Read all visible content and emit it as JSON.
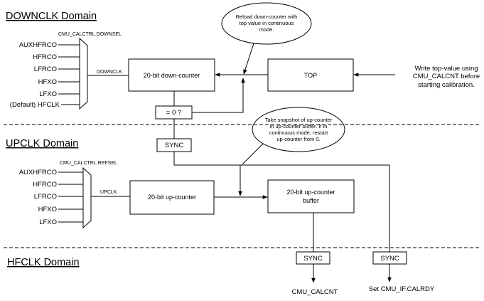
{
  "domains": {
    "downclk": "DOWNCLK Domain",
    "upclk": "UPCLK Domain",
    "hfclk": "HFCLK Domain"
  },
  "downclk": {
    "mux_label": "CMU_CALCTRL.DOWNSEL",
    "inputs": [
      "AUXHFRCO",
      "HFRCO",
      "LFRCO",
      "HFXO",
      "LFXO",
      "(Default) HFCLK"
    ],
    "signal": "DOWNCLK",
    "counter": "20-bit down-counter",
    "top": "TOP",
    "zero_check": "= 0 ?",
    "bubble": [
      "Reload down-counter with",
      "top value in continuous",
      "mode."
    ],
    "write_note": [
      "Write top-value using",
      "CMU_CALCNT before",
      "starting calibration."
    ],
    "sync": "SYNC"
  },
  "upclk": {
    "mux_label": "CMU_CALCTRL.REFSEL",
    "inputs": [
      "AUXHFRCO",
      "HFRCO",
      "LFRCO",
      "HFXO",
      "LFXO"
    ],
    "signal": "UPCLK",
    "counter": "20-bit up-counter",
    "buffer": [
      "20-bit up-counter",
      "buffer"
    ],
    "bubble": [
      "Take snapshot of up-counter",
      "in up-counter buffer. If in",
      "continuous mode, restart",
      "up-counter from 0."
    ]
  },
  "hfclk": {
    "sync_left": "SYNC",
    "sync_right": "SYNC",
    "out_left": "CMU_CALCNT",
    "out_right": "Set CMU_IF.CALRDY"
  }
}
